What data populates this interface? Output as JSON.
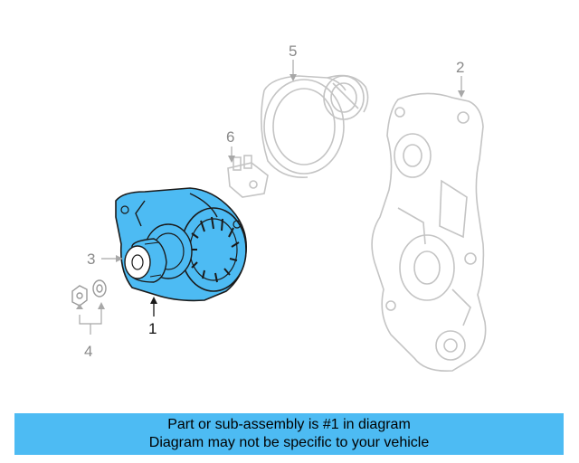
{
  "callouts": {
    "c1": "1",
    "c2": "2",
    "c3": "3",
    "c4": "4",
    "c5": "5",
    "c6": "6"
  },
  "highlight_color": "#4dbbf3",
  "banner": {
    "line1": "Part or sub-assembly is #1 in diagram",
    "line2": "Diagram may not be specific to your vehicle"
  }
}
